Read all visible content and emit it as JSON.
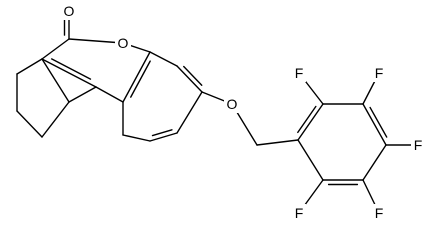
{
  "molecule": {
    "atoms": {
      "O1": "O",
      "O2": "O",
      "O3": "O",
      "F1": "F",
      "F2": "F",
      "F3": "F",
      "F4": "F",
      "F5": "F"
    }
  },
  "colors": {
    "bond": "#000000",
    "label": "#000000",
    "background": "#ffffff"
  }
}
